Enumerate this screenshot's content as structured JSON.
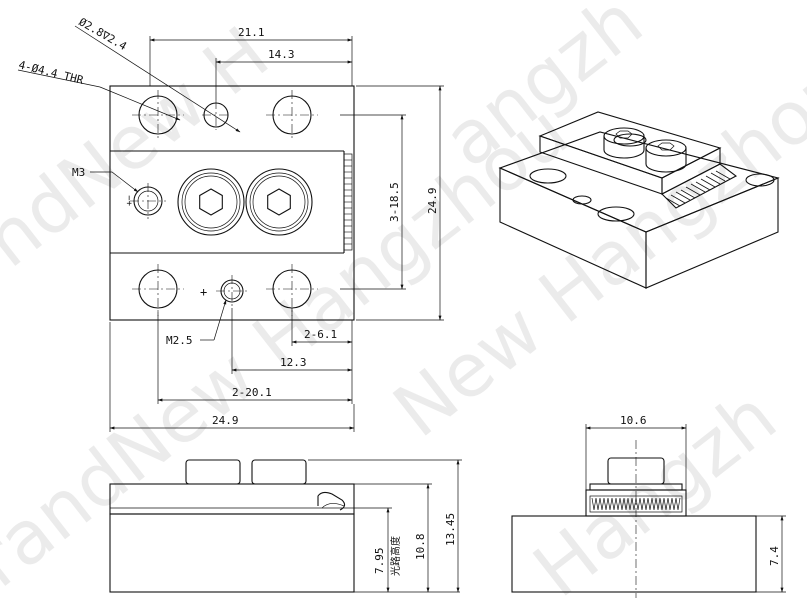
{
  "watermark": {
    "fragments": [
      "ndNew H",
      "angzh",
      "randNew Hangzhou",
      "New Hangzhou",
      "Hangzh"
    ]
  },
  "top_view": {
    "dims": {
      "width_overall_top": "21.1",
      "hole_offset_top": "14.3",
      "counterbore": "Ø2.8∇2.4",
      "thru_holes": "4-Ø4.4 THR",
      "thread_m3": "M3",
      "thread_m25": "M2.5",
      "vert_hole_pitch": "3-18.5",
      "height_overall": "24.9",
      "hole_pitch_right": "2-6.1",
      "hole_offset_bottom": "12.3",
      "hole_pitch_bottom": "2-20.1",
      "width_overall_bottom": "24.9"
    }
  },
  "front_view": {
    "dims": {
      "optical_height": "7.95",
      "optical_height_note": "光路高度",
      "height_mid": "10.8",
      "height_total": "13.45"
    }
  },
  "side_view": {
    "dims": {
      "top_width": "10.6",
      "base_height": "7.4"
    }
  },
  "colors": {
    "line": "#111111",
    "background": "#ffffff",
    "watermark": "#8a8a8a"
  }
}
